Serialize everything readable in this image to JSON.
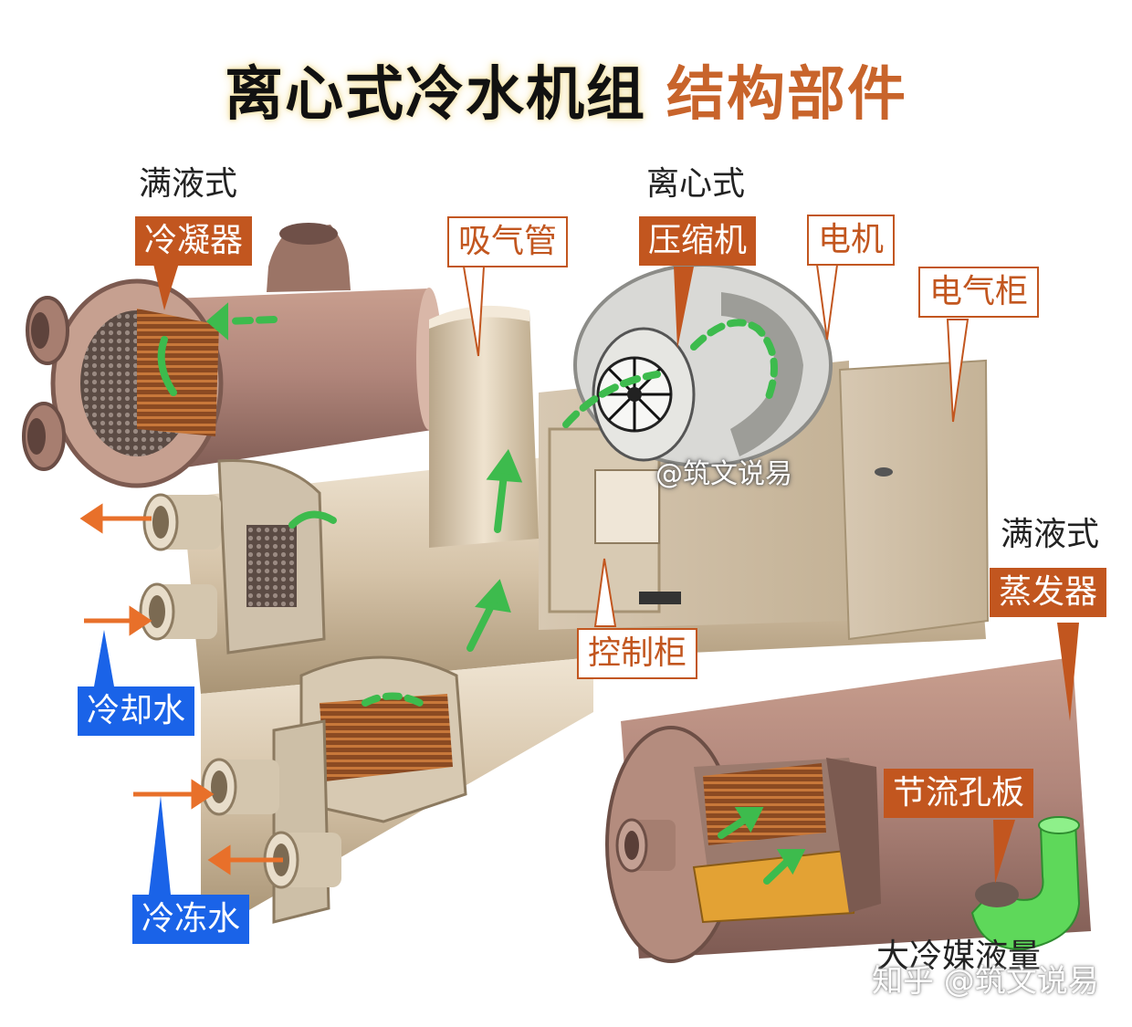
{
  "title": {
    "main": "离心式冷水机组",
    "sub": "结构部件"
  },
  "labels": {
    "condenser_type": "满液式",
    "condenser": "冷凝器",
    "suction_pipe": "吸气管",
    "compressor_type": "离心式",
    "compressor": "压缩机",
    "motor": "电机",
    "electrical_cabinet": "电气柜",
    "evaporator_type": "满液式",
    "evaporator": "蒸发器",
    "control_cabinet": "控制柜",
    "cooling_water": "冷却水",
    "chilled_water": "冷冻水",
    "orifice_plate": "节流孔板",
    "large_refrigerant": "大冷媒液量"
  },
  "watermarks": {
    "center": "@筑文说易",
    "corner": "知乎 @筑文说易"
  },
  "colors": {
    "orange_label": "#c2561f",
    "blue_label": "#1a63e8",
    "arrow": "#e8702a",
    "flow": "#3dbb4d"
  }
}
